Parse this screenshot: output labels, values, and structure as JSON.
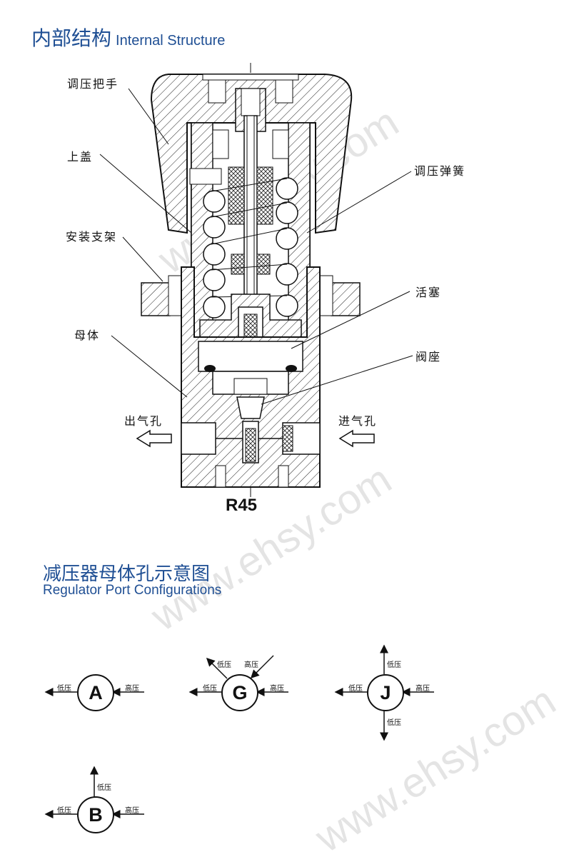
{
  "section1": {
    "title_cn": "内部结构",
    "title_en": "Internal Structure"
  },
  "callouts": {
    "handle": "调压把手",
    "cap": "上盖",
    "bracket": "安装支架",
    "body": "母体",
    "spring": "调压弹簧",
    "piston": "活塞",
    "seat": "阀座"
  },
  "outlet_label": "出气孔",
  "inlet_label": "进气孔",
  "model": "R45",
  "section2": {
    "title_cn": "减压器母体孔示意图",
    "title_en": "Regulator Port Configurations"
  },
  "ports": [
    {
      "letter": "A",
      "low": "低压",
      "high": "高压"
    },
    {
      "letter": "G",
      "low": "低压",
      "high": "高压"
    },
    {
      "letter": "J",
      "low": "低压",
      "high": "高压"
    },
    {
      "letter": "B",
      "low": "低压",
      "high": "高压"
    }
  ],
  "watermark": "www.ehsy.com"
}
